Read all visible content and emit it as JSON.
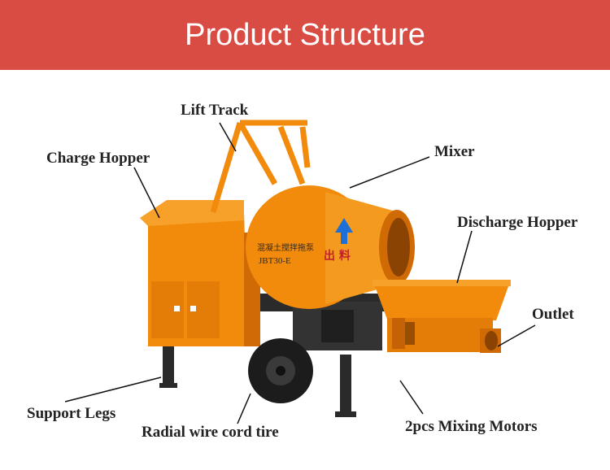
{
  "header": {
    "title": "Product Structure",
    "color": "#d94c44"
  },
  "machine": {
    "body_color": "#f28a0c",
    "shade_color": "#d06a05",
    "frame_color": "#2a2a2a"
  },
  "drum_text": {
    "line1": "混凝土搅拌拖泵",
    "line2": "JBT30-E",
    "discharge": "出  料"
  },
  "labels": {
    "lift_track": "Lift Track",
    "charge_hopper": "Charge Hopper",
    "mixer": "Mixer",
    "discharge_hopper": "Discharge Hopper",
    "outlet": "Outlet",
    "support_legs": "Support Legs",
    "radial_tire": "Radial wire cord tire",
    "mixing_motors": "2pcs  Mixing Motors"
  }
}
